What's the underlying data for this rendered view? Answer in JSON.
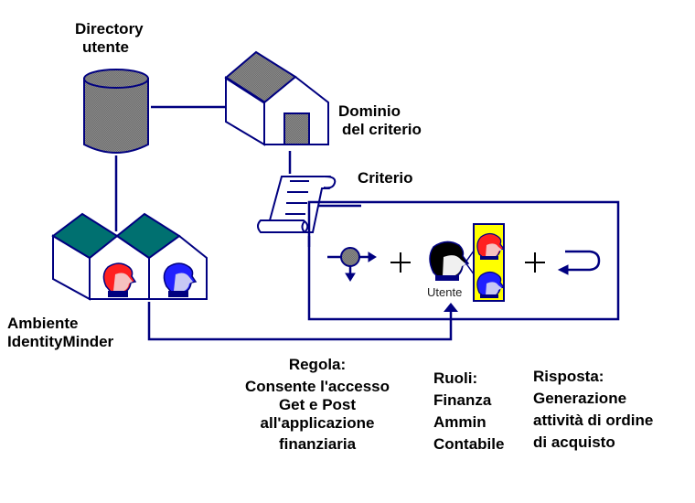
{
  "colors": {
    "line": "#000080",
    "gray_fill": "#808080",
    "teal_roof": "#007070",
    "yellow_panel": "#ffff00",
    "red_user": "#ff2020",
    "blue_user": "#2020ff",
    "black_user": "#000000"
  },
  "nodes": {
    "user_directory": {
      "label_line1": "Directory",
      "label_line2": "utente",
      "icon": "database-cylinder-icon"
    },
    "policy_domain": {
      "label_line1": "Dominio",
      "label_line2": "del criterio",
      "icon": "house-icon"
    },
    "policy": {
      "label": "Criterio",
      "icon": "scroll-icon"
    },
    "environment": {
      "label_line1": "Ambiente",
      "label_line2": "IdentityMinder",
      "icon": "twin-house-icon"
    }
  },
  "policy_box": {
    "rule_icon": "rule-diamond-icon",
    "plus1": "+",
    "user_label": "Utente",
    "plus2": "+",
    "response_icon": "return-arrow-icon"
  },
  "captions": {
    "rule": {
      "title": "Regola:",
      "lines": [
        "Consente l'accesso",
        "Get e Post",
        "all'applicazione",
        "finanziaria"
      ]
    },
    "roles": {
      "title": "Ruoli:",
      "lines": [
        "Finanza",
        "Ammin",
        "Contabile"
      ]
    },
    "response": {
      "title": "Risposta:",
      "lines": [
        "Generazione",
        "attività di ordine",
        "di acquisto"
      ]
    }
  }
}
